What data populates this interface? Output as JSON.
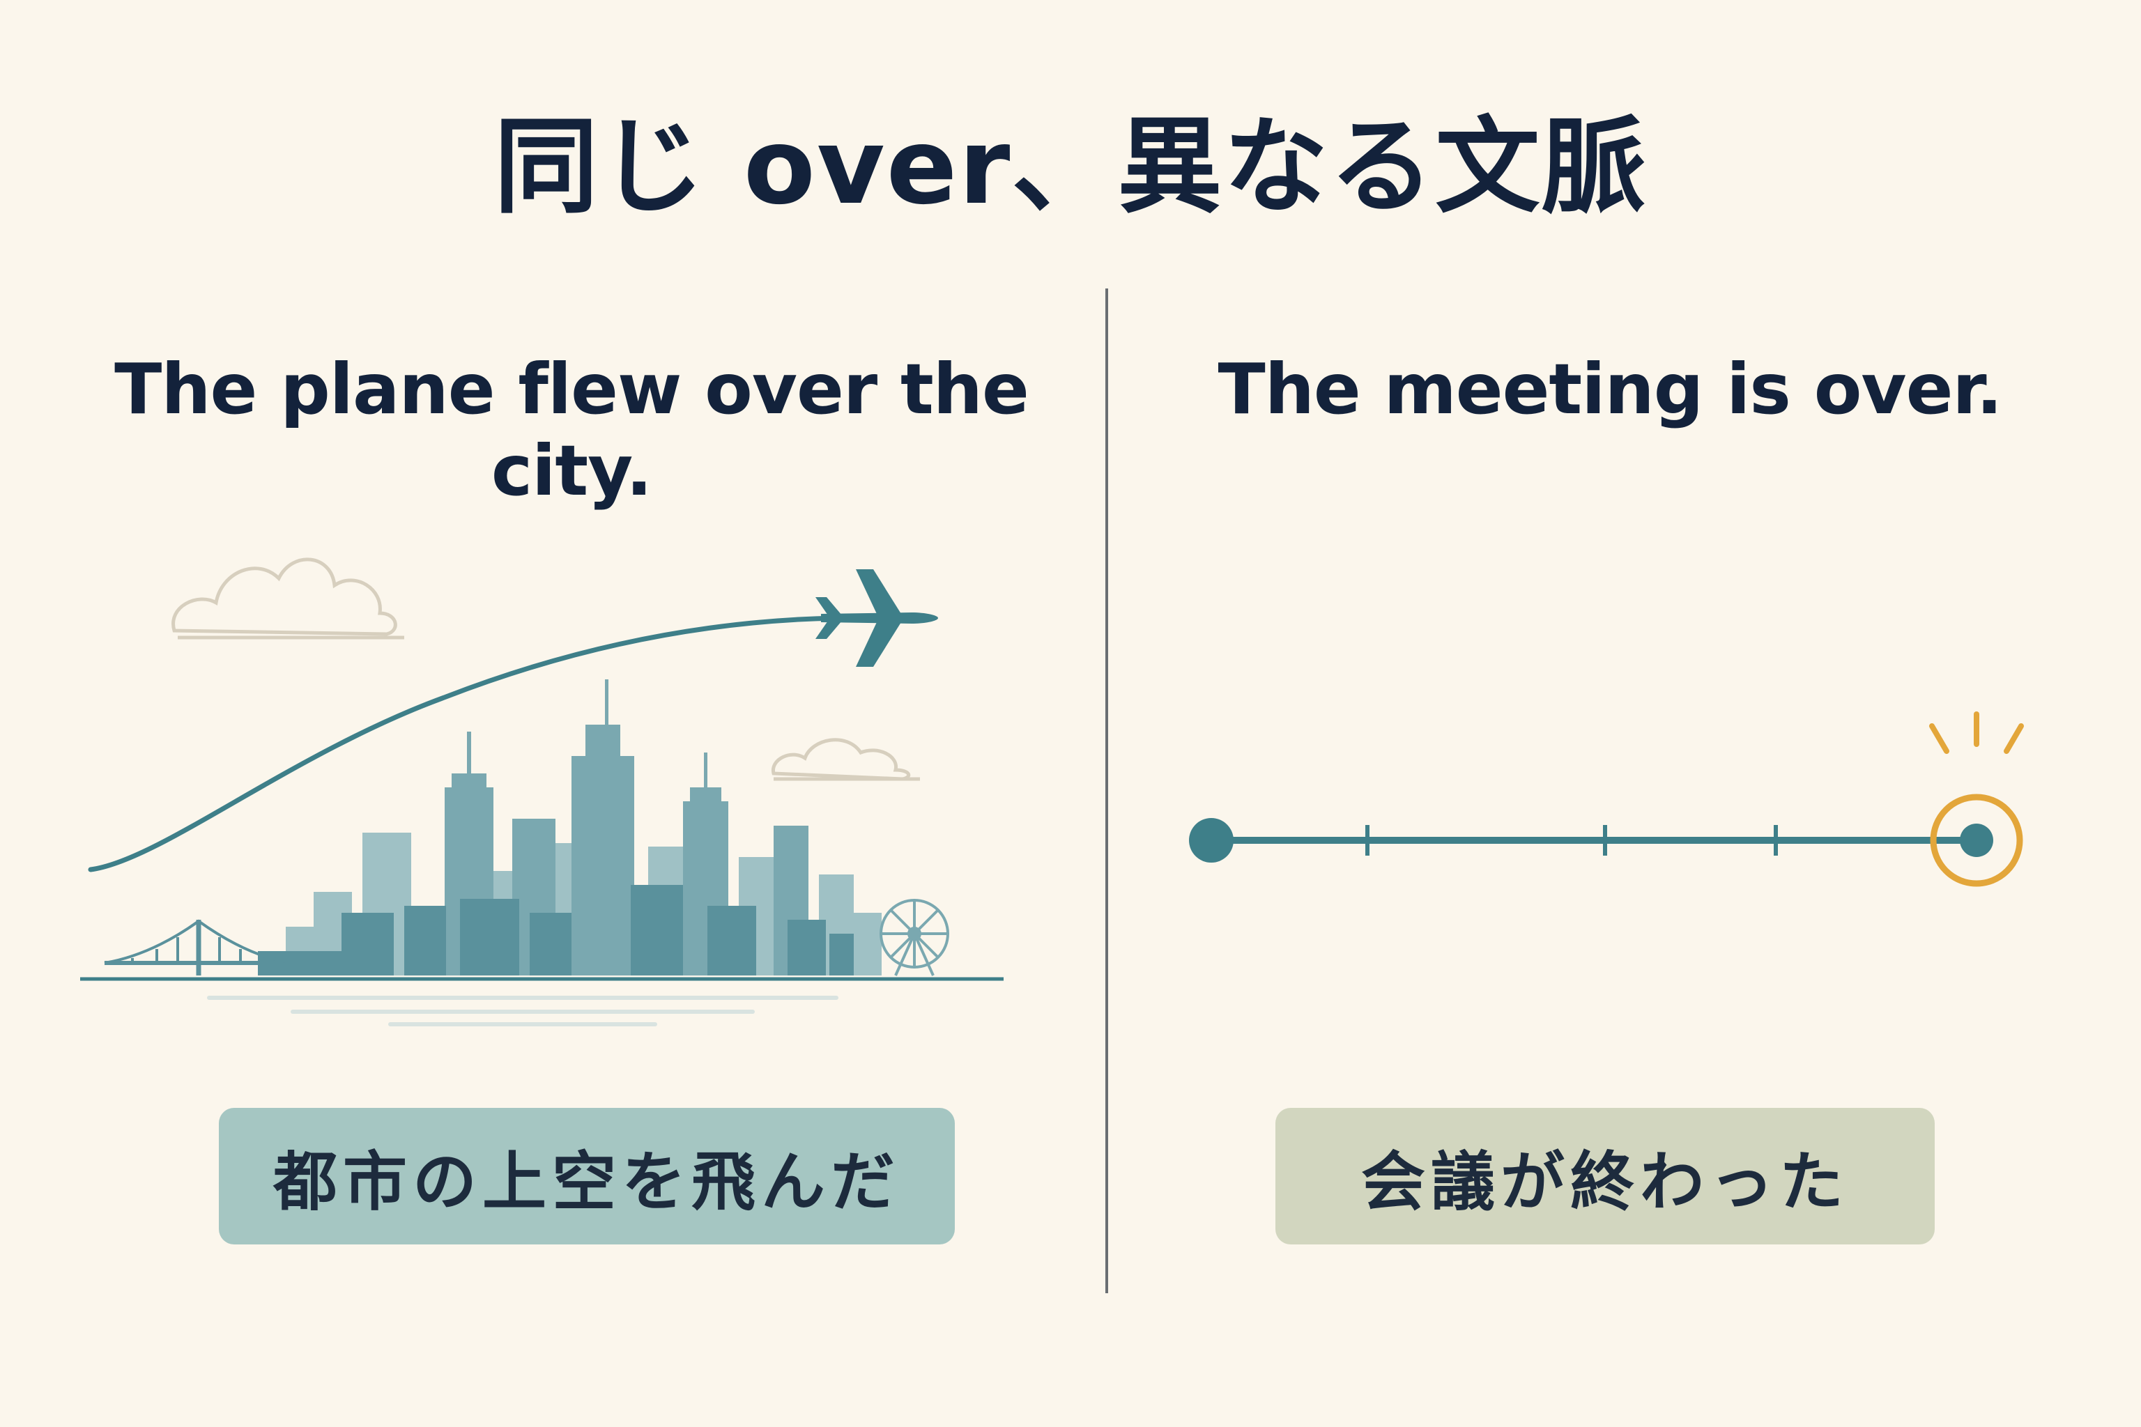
{
  "title": "同じ over、異なる文脈",
  "left": {
    "sentence": "The plane flew over the city.",
    "label": "都市の上空を飛んだ"
  },
  "right": {
    "sentence": "The meeting is over.",
    "label": "会議が終わった"
  },
  "colors": {
    "background": "#fbf6ec",
    "teal": "#3e7f89",
    "city": "#6d9ea7",
    "accent": "#e3a63a",
    "text": "#13223b"
  }
}
